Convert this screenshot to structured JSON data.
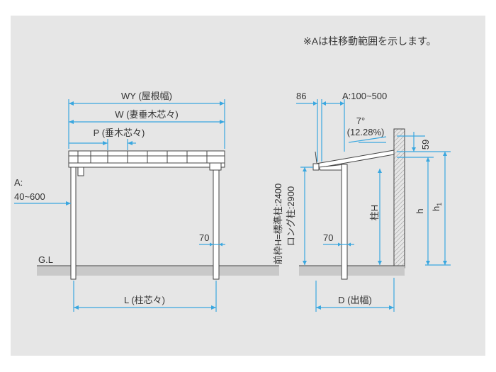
{
  "header": {
    "note": "※Aは柱移動範囲を示します。"
  },
  "front_view": {
    "wy": "WY (屋根幅)",
    "w": "W (妻垂木芯々)",
    "p": "P (垂木芯々)",
    "a_label": "A:",
    "a_range": "40~600",
    "gl": "G.L",
    "post_w": "70",
    "l": "L (柱芯々)"
  },
  "side_view": {
    "offset_86": "86",
    "a_range": "A:100~500",
    "slope_deg": "7°",
    "slope_pct": "(12.28%)",
    "dim_59": "59",
    "h": "h",
    "h1": "h",
    "h1_sub": "1",
    "post_h": "柱H",
    "post_w": "70",
    "frame_std": "前枠H=標準柱:2400",
    "frame_long": "ロング柱:2900",
    "d": "D (出幅)"
  },
  "colors": {
    "dimension": "#3aa7df",
    "line": "#444444",
    "ground": "#c9c9c9",
    "background": "#e6e6e6"
  }
}
